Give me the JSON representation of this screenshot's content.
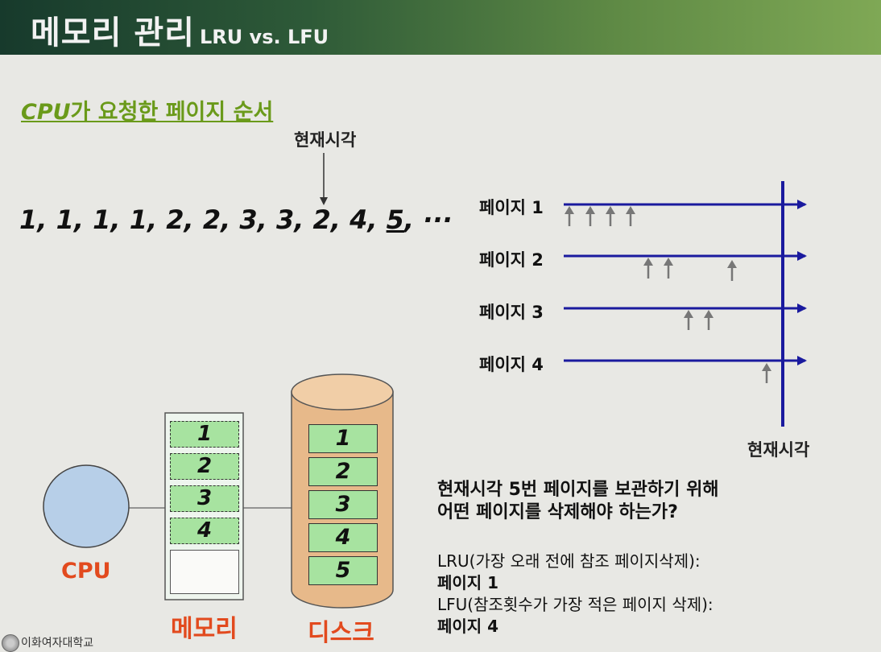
{
  "header": {
    "title": "메모리 관리",
    "subtitle": "LRU vs. LFU"
  },
  "sequence": {
    "heading_cpu": "CPU",
    "heading_rest": "가 요청한  페이지 순서",
    "now_label": "현재시각",
    "items_prefix": "1, 1, 1, 1, 2, 2, 3, 3, 2, 4, ",
    "current": "5",
    "suffix": ", ···"
  },
  "timeline": {
    "pages": [
      "페이지 1",
      "페이지 2",
      "페이지 3",
      "페이지 4"
    ],
    "now_label": "현재시각"
  },
  "diagram": {
    "cpu_label": "CPU",
    "memory_label": "메모리",
    "disk_label": "디스크",
    "memory_slots": [
      "1",
      "2",
      "3",
      "4",
      ""
    ],
    "disk_slots": [
      "1",
      "2",
      "3",
      "4",
      "5"
    ]
  },
  "question": {
    "line1": "현재시각 5번 페이지를 보관하기 위해",
    "line2": "어떤 페이지를 삭제해야 하는가?"
  },
  "answers": {
    "lru_label": "LRU(가장 오래 전에 참조 페이지삭제):",
    "lru_answer": "페이지 1",
    "lfu_label": "LFU(참조횟수가 가장 적은 페이지 삭제):",
    "lfu_answer": "페이지 4"
  },
  "footer": {
    "logo_text": "이화여자대학교"
  },
  "colors": {
    "accent_green": "#6a9a1a",
    "timeline_blue": "#1a1a9e",
    "label_red": "#e24a1e"
  }
}
